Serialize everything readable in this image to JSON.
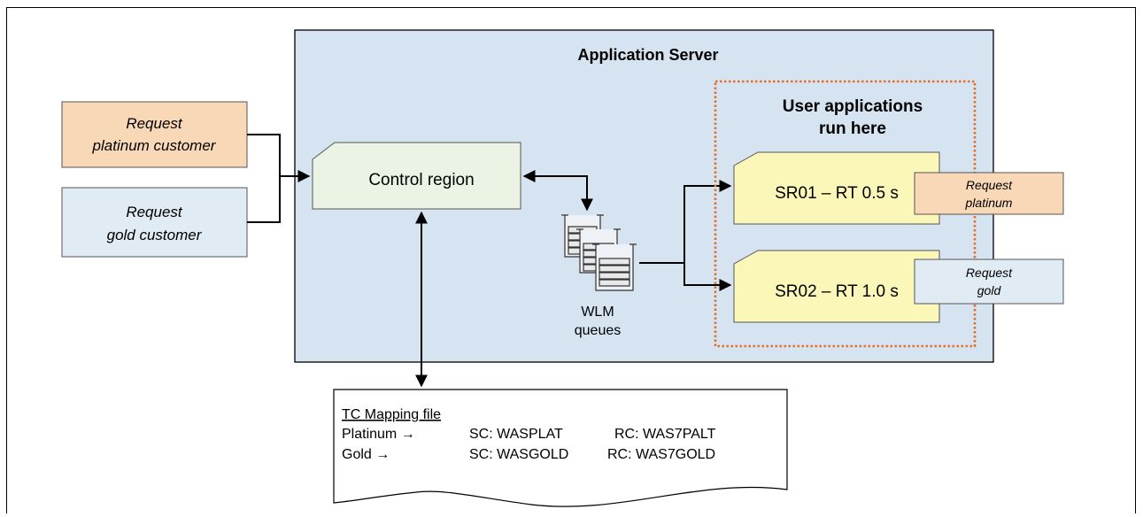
{
  "app_server": {
    "title": "Application Server"
  },
  "requests": {
    "platinum": {
      "line1": "Request",
      "line2": "platinum customer",
      "color": "#f9d8b8"
    },
    "gold": {
      "line1": "Request",
      "line2": "gold customer",
      "color": "#e1ebf3"
    }
  },
  "control_region": {
    "label": "Control region",
    "color": "#ebf4e4"
  },
  "wlm": {
    "line1": "WLM",
    "line2": "queues"
  },
  "user_apps": {
    "line1": "User applications",
    "line2": "run here",
    "border_color": "#e0702a"
  },
  "servant_regions": [
    {
      "label": "SR01 – RT 0.5 s",
      "request_line1": "Request",
      "request_line2": "platinum",
      "request_color": "#f9d8b8"
    },
    {
      "label": "SR02 – RT 1.0 s",
      "request_line1": "Request",
      "request_line2": "gold",
      "request_color": "#e1ebf3"
    }
  ],
  "mapping_file": {
    "title": "TC Mapping file",
    "rows": [
      {
        "name": "Platinum →",
        "sc": "SC: WASPLAT",
        "rc": "RC: WAS7PALT"
      },
      {
        "name": "Gold →",
        "sc": "SC: WASGOLD",
        "rc": "RC: WAS7GOLD"
      }
    ]
  },
  "colors": {
    "server_bg": "#d6e3f1",
    "servant_fill": "#fbf7b9"
  }
}
